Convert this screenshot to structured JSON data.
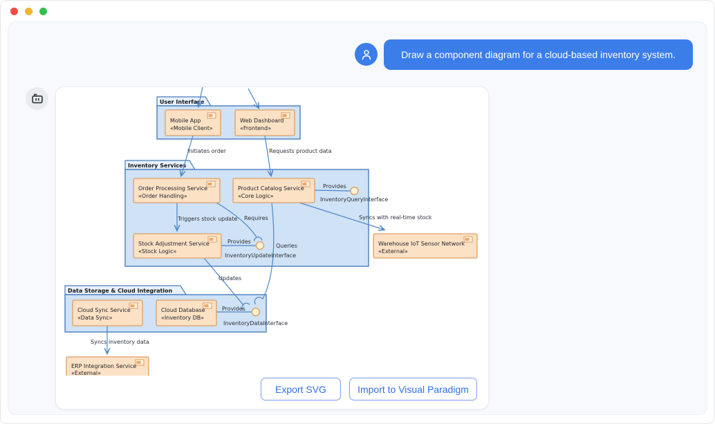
{
  "window": {
    "controls": [
      "close",
      "minimize",
      "maximize"
    ]
  },
  "chat": {
    "user_message": "Draw a component diagram for a cloud-based inventory system."
  },
  "actions": {
    "export_svg": "Export SVG",
    "import_vp": "Import to Visual Paradigm"
  },
  "diagram": {
    "packages": {
      "user_interface": "User Interface",
      "inventory_services": "Inventory Services",
      "data_storage": "Data Storage & Cloud Integration"
    },
    "components": {
      "mobile_app": {
        "name": "Mobile App",
        "stereotype": "«Mobile Client»"
      },
      "web_dashboard": {
        "name": "Web Dashboard",
        "stereotype": "«Frontend»"
      },
      "order_processing": {
        "name": "Order Processing Service",
        "stereotype": "«Order Handling»"
      },
      "product_catalog": {
        "name": "Product Catalog Service",
        "stereotype": "«Core Logic»"
      },
      "stock_adjustment": {
        "name": "Stock Adjustment Service",
        "stereotype": "«Stock Logic»"
      },
      "warehouse_iot": {
        "name": "Warehouse IoT Sensor Network",
        "stereotype": "«External»"
      },
      "cloud_sync": {
        "name": "Cloud Sync Service",
        "stereotype": "«Data Sync»"
      },
      "cloud_database": {
        "name": "Cloud Database",
        "stereotype": "«Inventory DB»"
      },
      "erp": {
        "name": "ERP Integration Service",
        "stereotype": "«External»"
      }
    },
    "interfaces": {
      "query": "InventoryQueryInterface",
      "update": "InventoryUpdateInterface",
      "data": "InventoryDataInterface"
    },
    "edge_labels": {
      "initiates_order": "Initiates order",
      "requests_product_data": "Requests product data",
      "triggers_stock_update": "Triggers stock update",
      "requires": "Requires",
      "queries": "Queries",
      "updates": "Updates",
      "provides_query": "Provides",
      "provides_update": "Provides",
      "provides_data": "Provides",
      "syncs_realtime": "Syncs with real-time stock",
      "syncs_inventory": "Syncs inventory data"
    }
  },
  "colors": {
    "accent_blue": "#3b7de9",
    "edge_blue": "#4a86c8",
    "package_fill": "#cfe2f6",
    "component_fill": "#fce1c4",
    "interface_ball": "#fdf3cf",
    "traffic_red": "#ef4d43",
    "traffic_yellow": "#f0b42d",
    "traffic_green": "#36bd52"
  }
}
